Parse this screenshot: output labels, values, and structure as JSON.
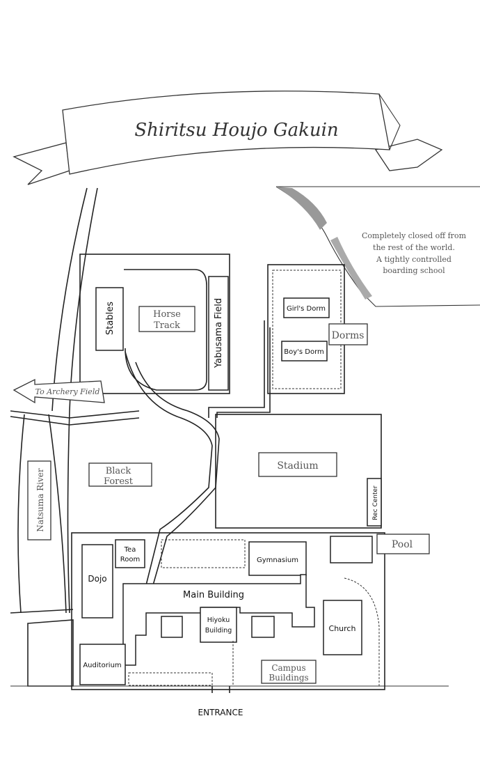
{
  "title": "Shiritsu Houjo Gakuin",
  "note": [
    "Completely closed off from",
    "the rest of the world.",
    "A tightly controlled",
    "boarding school"
  ],
  "labels": {
    "stables": "Stables",
    "horse_track": [
      "Horse",
      "Track"
    ],
    "yabusama": "Yabusama Field",
    "girls_dorm": "Girl's Dorm",
    "boys_dorm": "Boy's Dorm",
    "dorms": "Dorms",
    "archery": "To Archery Field",
    "black_forest": [
      "Black",
      "Forest"
    ],
    "stadium": "Stadium",
    "rec_center": "Rec Center",
    "river": "Natsuma River",
    "pool": "Pool",
    "tea_room": [
      "Tea",
      "Room"
    ],
    "dojo": "Dojo",
    "gymnasium": "Gymnasium",
    "main_building": "Main Building",
    "hiyoku": [
      "Hiyoku",
      "Building"
    ],
    "church": "Church",
    "auditorium": "Auditorium",
    "campus_buildings": [
      "Campus",
      "Buildings"
    ],
    "entrance": "ENTRANCE"
  },
  "colors": {
    "ink": "#222222",
    "sign_text": "#555555",
    "paper": "#ffffff"
  }
}
